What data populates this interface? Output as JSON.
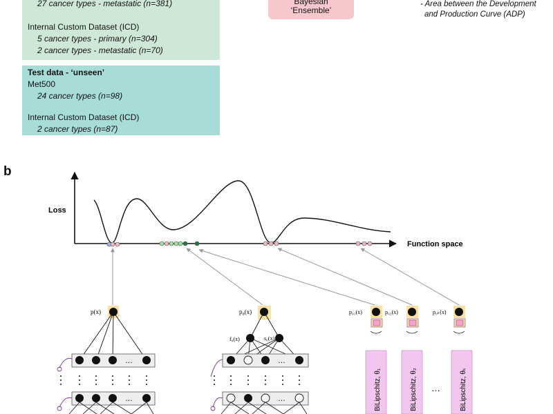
{
  "top": {
    "train_box": {
      "line1": "27 cancer types - metastatic (n=381)",
      "icd_heading": "Internal Custom Dataset (ICD)",
      "icd_line1": "5 cancer types - primary (n=304)",
      "icd_line2": "2 cancer types - metastatic (n=70)",
      "color": "#cfe7d7"
    },
    "test_box": {
      "heading": "Test data - ‘unseen’",
      "met500": "Met500",
      "met500_line": "24 cancer types (n=98)",
      "icd_heading": "Internal Custom Dataset (ICD)",
      "icd_line": "2 cancer types (n=87)",
      "color": "#a8dcd9"
    },
    "ensemble_box": {
      "line1": "Bayesian",
      "line2": "‘Ensemble’",
      "color": "#f7c7cc"
    },
    "adp_note": {
      "line1": "- Area between the Development",
      "line2": "and Production Curve (ADP)"
    }
  },
  "panel_b": {
    "label": "b",
    "loss_label": "Loss",
    "xaxis_label": "Function space",
    "net1": {
      "output_label": "p(x)"
    },
    "net2": {
      "output_label": "p₀(x)",
      "left_feature": "f₀(x)",
      "right_feature": "s₀(x)"
    },
    "ensemble_outputs": [
      "p₀₁(x)",
      "p₀₂(x)",
      "p₀ₖ(x)"
    ],
    "bilipschitz_labels": [
      "BiLipschitz, θ₁",
      "BiLipschitz, θ₂",
      "BiLipschitz, θₖ"
    ],
    "ellipsis": "…",
    "colors": {
      "highlight_box": "#f8e0a6",
      "bilipschitz": "#f2c6ef",
      "point_green": "#9be39b",
      "point_pink": "#f3b6c0",
      "point_blue": "#9bb6ef",
      "point_dark": "#1f7a3a"
    }
  }
}
